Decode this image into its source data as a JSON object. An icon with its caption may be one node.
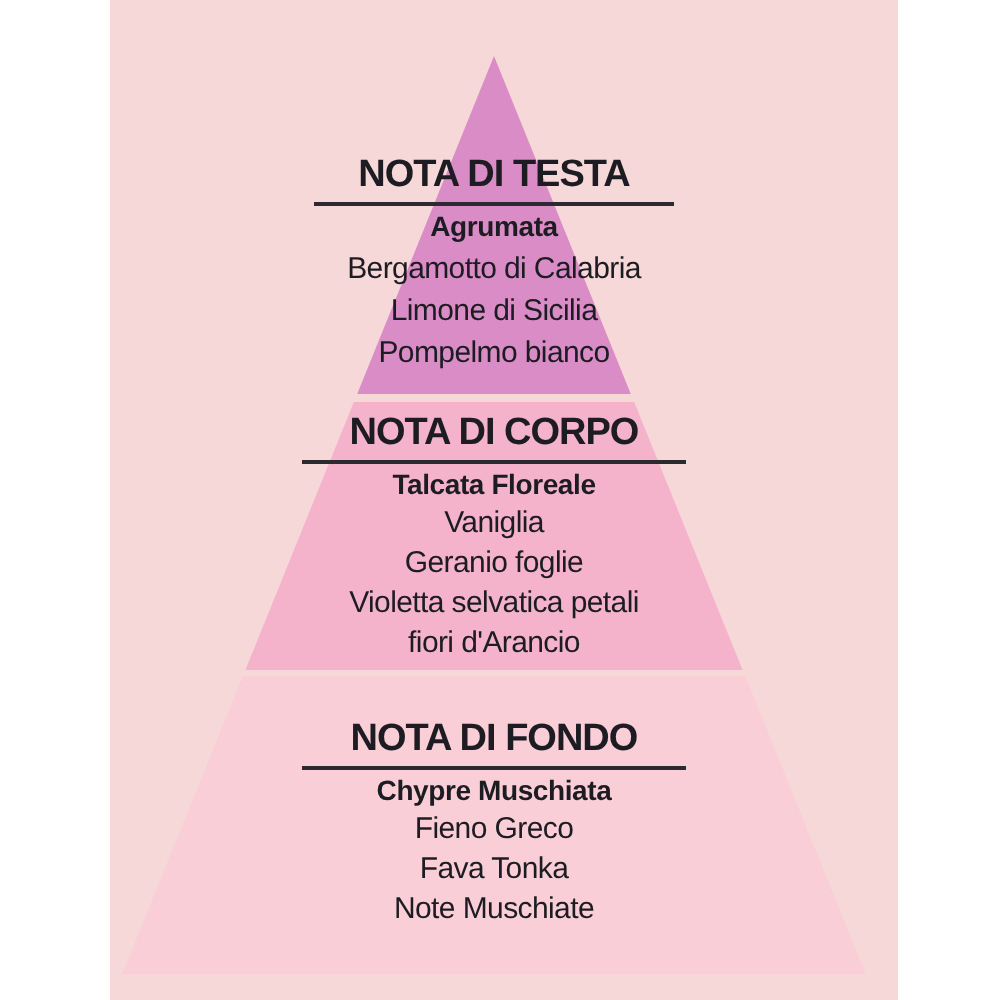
{
  "diagram": {
    "nodes": [
      {
        "text": [
          "NOTA DI TESTA",
          "Agrumata",
          "Bergamotto di Calabria",
          "Limone di Sicilia",
          "Pompelmo bianco"
        ]
      },
      {
        "text": [
          "NOTA DI CORPO",
          "Talcata Floreale",
          "Vaniglia",
          "Geranio foglie",
          "Violetta selvatica petali",
          "fiori d'Arancio"
        ]
      },
      {
        "text": [
          "NOTA DI FONDO",
          "Chypre Muschiata",
          "Fieno Greco",
          "Fava Tonka",
          "Note Muschiate"
        ]
      }
    ]
  }
}
